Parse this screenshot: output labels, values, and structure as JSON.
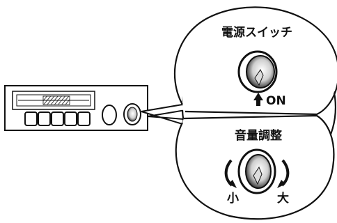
{
  "callout_top": {
    "title": "電源スイッチ",
    "on_label": "ON"
  },
  "callout_bottom": {
    "title": "音量調整",
    "min_label": "小",
    "max_label": "大"
  },
  "colors": {
    "line": "#111111",
    "background": "#ffffff"
  }
}
